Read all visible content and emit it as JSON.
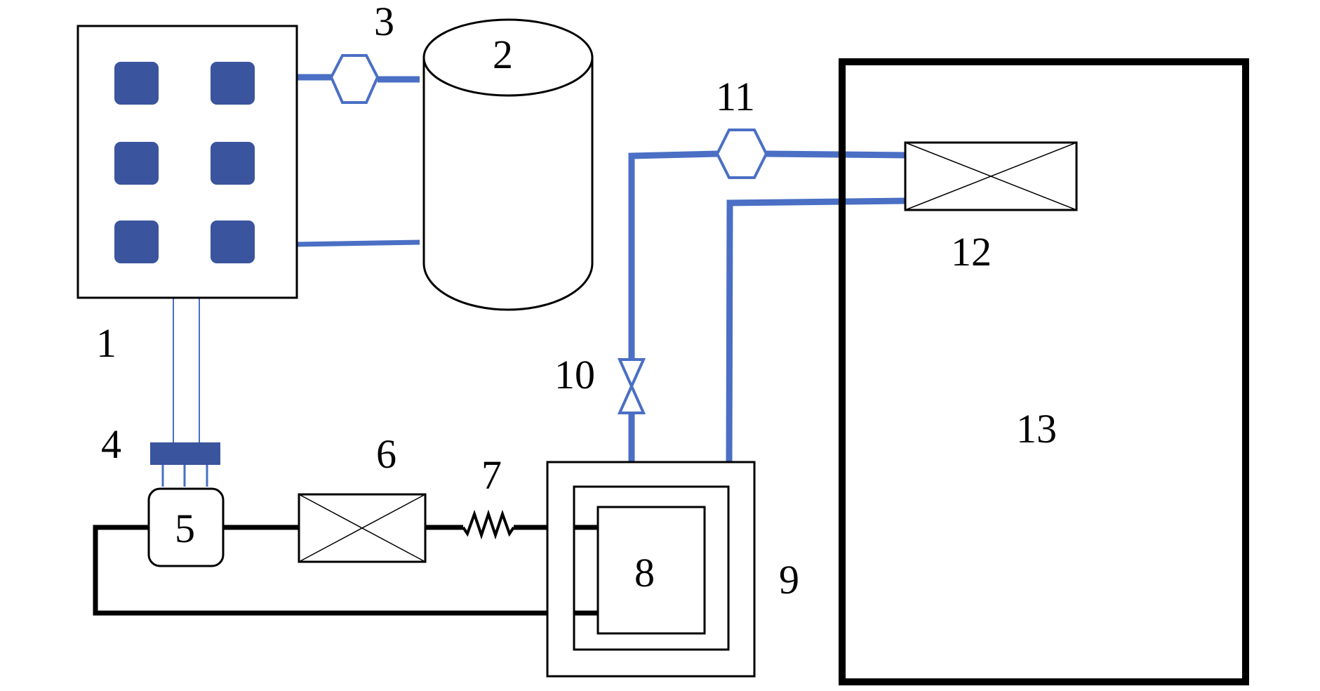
{
  "labels": {
    "l1": "1",
    "l2": "2",
    "l3": "3",
    "l4": "4",
    "l5": "5",
    "l6": "6",
    "l7": "7",
    "l8": "8",
    "l9": "9",
    "l10": "10",
    "l11": "11",
    "l12": "12",
    "l13": "13"
  },
  "colors": {
    "pipe": "#4a6fc4",
    "square_fill": "#3a549e",
    "outline": "#000000"
  }
}
